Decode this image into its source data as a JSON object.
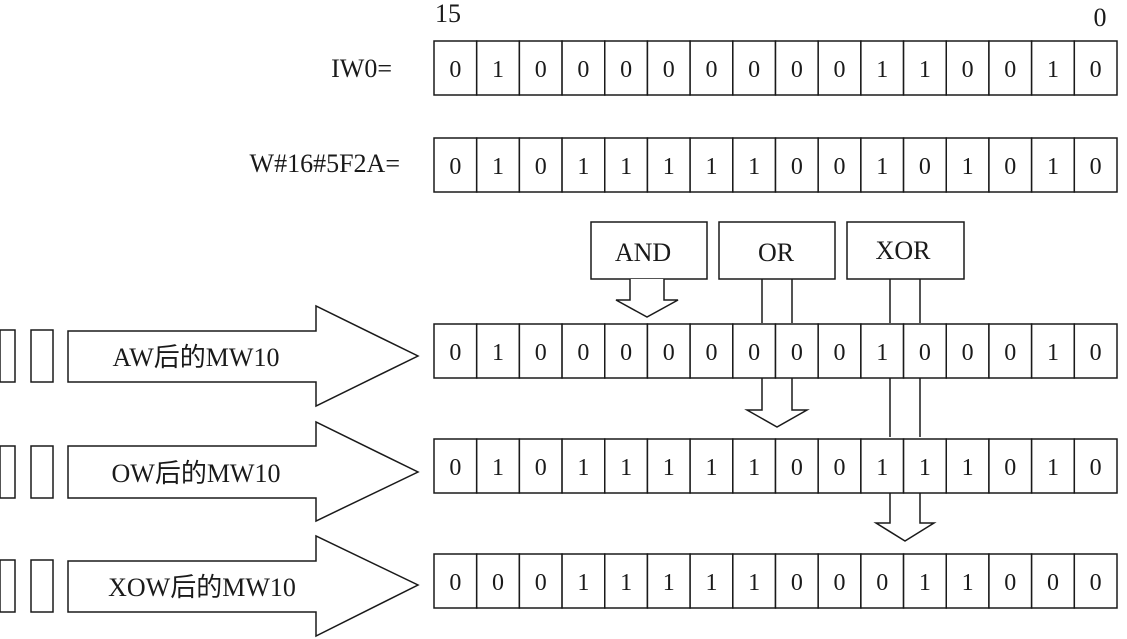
{
  "bit_index_labels": {
    "high": "15",
    "low": "0"
  },
  "rows": [
    {
      "label": "IW0=",
      "bits": [
        "0",
        "1",
        "0",
        "0",
        "0",
        "0",
        "0",
        "0",
        "0",
        "0",
        "1",
        "1",
        "0",
        "0",
        "1",
        "0"
      ]
    },
    {
      "label": "W#16#5F2A=",
      "bits": [
        "0",
        "1",
        "0",
        "1",
        "1",
        "1",
        "1",
        "1",
        "0",
        "0",
        "1",
        "0",
        "1",
        "0",
        "1",
        "0"
      ]
    },
    {
      "label": "AW后的MW10",
      "bits": [
        "0",
        "1",
        "0",
        "0",
        "0",
        "0",
        "0",
        "0",
        "0",
        "0",
        "1",
        "0",
        "0",
        "0",
        "1",
        "0"
      ]
    },
    {
      "label": "OW后的MW10",
      "bits": [
        "0",
        "1",
        "0",
        "1",
        "1",
        "1",
        "1",
        "1",
        "0",
        "0",
        "1",
        "1",
        "1",
        "0",
        "1",
        "0"
      ]
    },
    {
      "label": "XOW后的MW10",
      "bits": [
        "0",
        "0",
        "0",
        "1",
        "1",
        "1",
        "1",
        "1",
        "0",
        "0",
        "0",
        "1",
        "1",
        "0",
        "0",
        "0"
      ]
    }
  ],
  "operations": [
    "AND",
    "OR",
    "XOR"
  ]
}
